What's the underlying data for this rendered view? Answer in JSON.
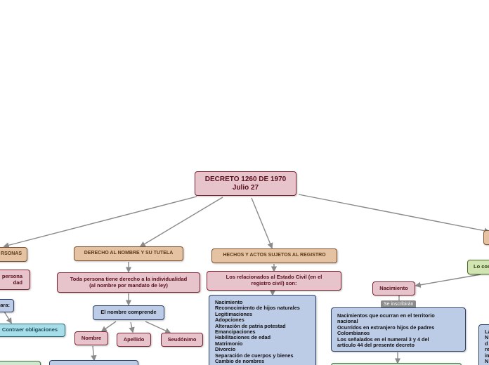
{
  "central": {
    "line1": "DECRETO 1260 DE 1970",
    "line2": "Julio 27"
  },
  "personas_branch": {
    "title": "RSONAS",
    "sub_line1": "persona",
    "sub_line2": "dad",
    "ara_label": "ara:",
    "obligaciones": "Contraer obligaciones"
  },
  "nombre_branch": {
    "title": "DERECHO AL NOMBRE Y SU TUTELA",
    "desc_line1": "Toda persona tiene derecho a la individualidad",
    "desc_line2": "(al nombre por mandato de ley)",
    "comprende": "El nombre comprende",
    "parts": [
      "Nombre",
      "Apellido",
      "Seudónimo"
    ]
  },
  "hechos_branch": {
    "title": "HECHOS Y ACTOS SUJETOS AL REGISTRO",
    "desc_line1": "Los relacionados al Estado Civil (en el",
    "desc_line2": "registro civil) son:",
    "items": [
      "Nacimiento",
      "Reconocimiento de hijos naturales",
      "Legitimaciones",
      "Adopciones",
      "Alteración de patria potestad",
      "Emancipaciones",
      "Habilitaciones de edad",
      "Matrimonio",
      "Divorcio",
      "Separación de cuerpos y bienes",
      "Cambio de nombres"
    ]
  },
  "right_branch": {
    "lo_con": "Lo con",
    "nacimiento": "Nacimiento",
    "relation_label": "Se inscribirán",
    "items": [
      "Nacimientos que ocurran en el territorio",
      "nacional",
      "Ocurridos en extranjero hijos de padres",
      "Colombianos",
      "Los señalados en el numeral 3 y 4  del",
      "artículo 44 del presente decreto"
    ],
    "edge_letters": [
      "La",
      "N",
      "d",
      "re",
      "in",
      "N"
    ]
  }
}
